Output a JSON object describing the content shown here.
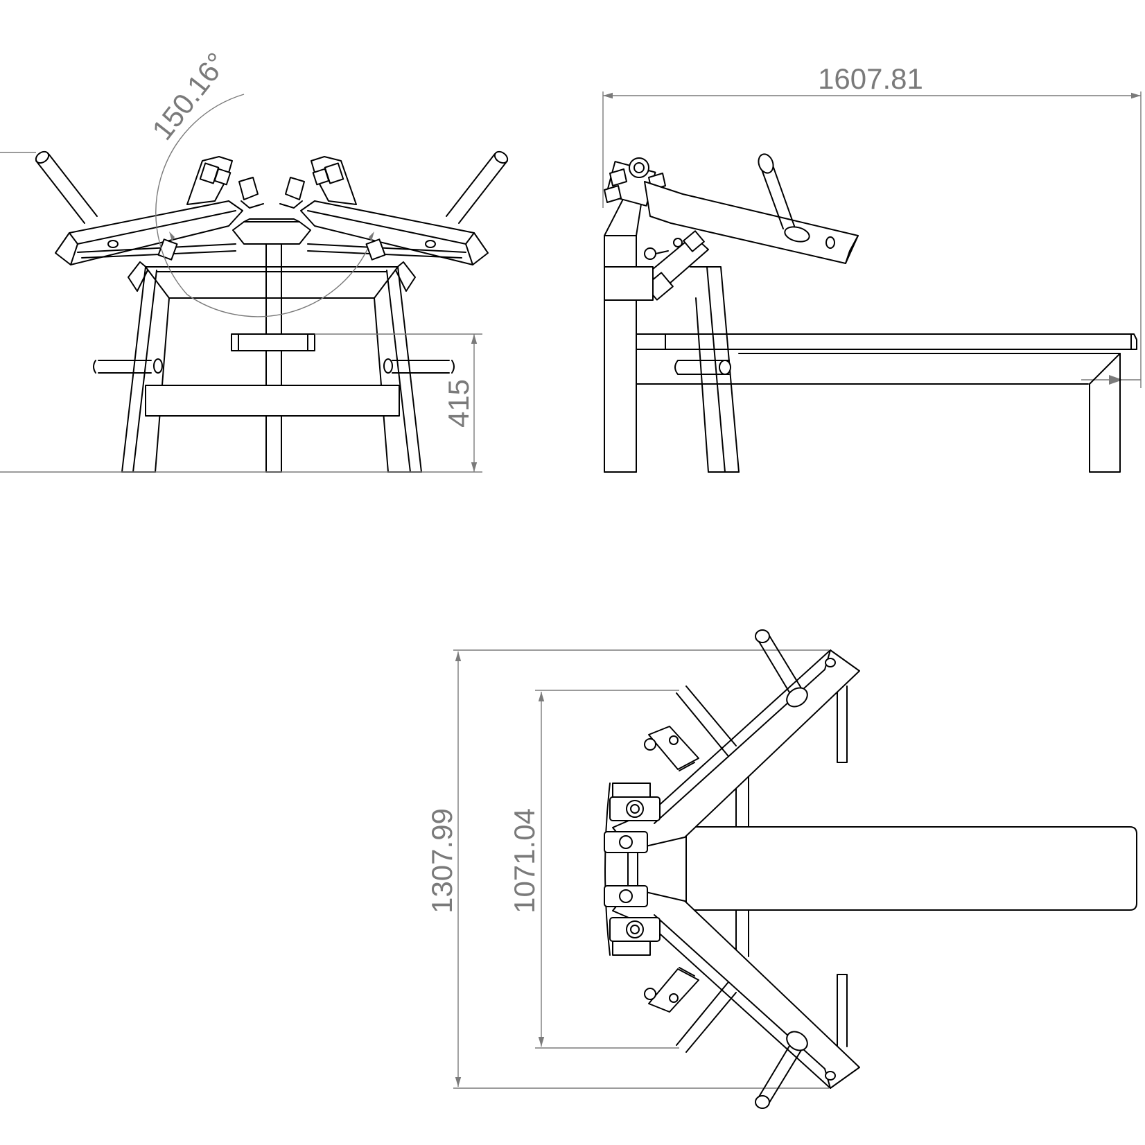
{
  "views": {
    "front": {
      "angle_label": "150.16°",
      "height_label": "415"
    },
    "side": {
      "length_label": "1607.81"
    },
    "top": {
      "outer_width_label": "1307.99",
      "inner_width_label": "1071.04"
    }
  },
  "colors": {
    "line": "#000000",
    "dimension": "#7a7a7a",
    "background": "#ffffff"
  }
}
